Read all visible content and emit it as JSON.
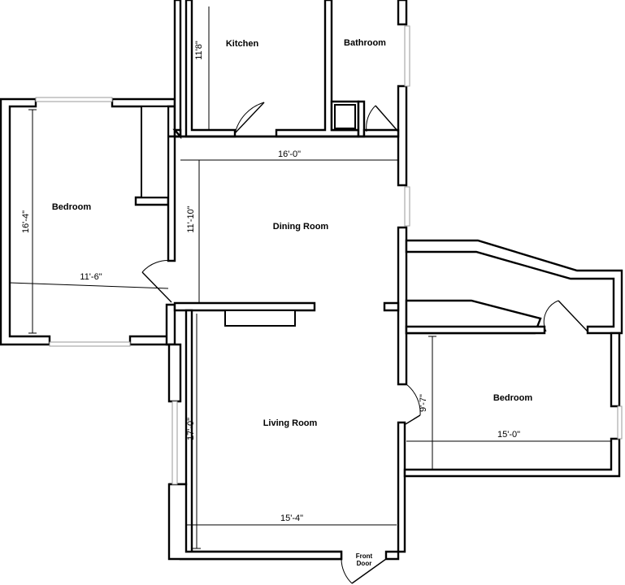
{
  "rooms": {
    "kitchen": "Kitchen",
    "bathroom": "Bathroom",
    "bedroom_left": "Bedroom",
    "dining_room": "Dining Room",
    "living_room": "Living Room",
    "bedroom_right": "Bedroom"
  },
  "front_door": {
    "line1": "Front",
    "line2": "Door"
  },
  "dimensions": {
    "kitchen_height": "11'8\"",
    "dining_width": "16'-0\"",
    "dining_height": "11'-10\"",
    "bedroom_left_height": "16'-4\"",
    "bedroom_left_width": "11'-6\"",
    "living_height": "17'-0\"",
    "living_width": "15'-4\"",
    "bedroom_right_height": "9'-7\"",
    "bedroom_right_width": "15'-0\""
  }
}
